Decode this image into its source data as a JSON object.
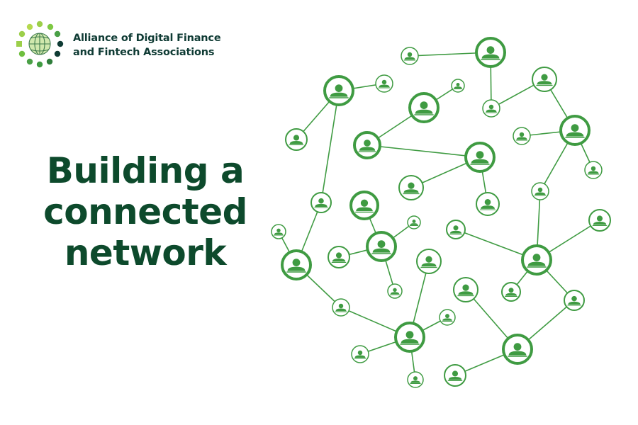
{
  "organization": {
    "name_line1": "Alliance of Digital Finance",
    "name_line2": "and Fintech Associations"
  },
  "headline": {
    "line1": "Building a",
    "line2": "connected",
    "line3": "network"
  },
  "colors": {
    "accent_green": "#3f9b42",
    "headline_green": "#0d4a2c",
    "logo_text": "#0f3b34",
    "logo_dot_dark": "#0f3b34",
    "logo_dot_green": "#6fbf3f"
  },
  "icons": {
    "logo": "globe-dots-icon",
    "node": "person-icon"
  }
}
